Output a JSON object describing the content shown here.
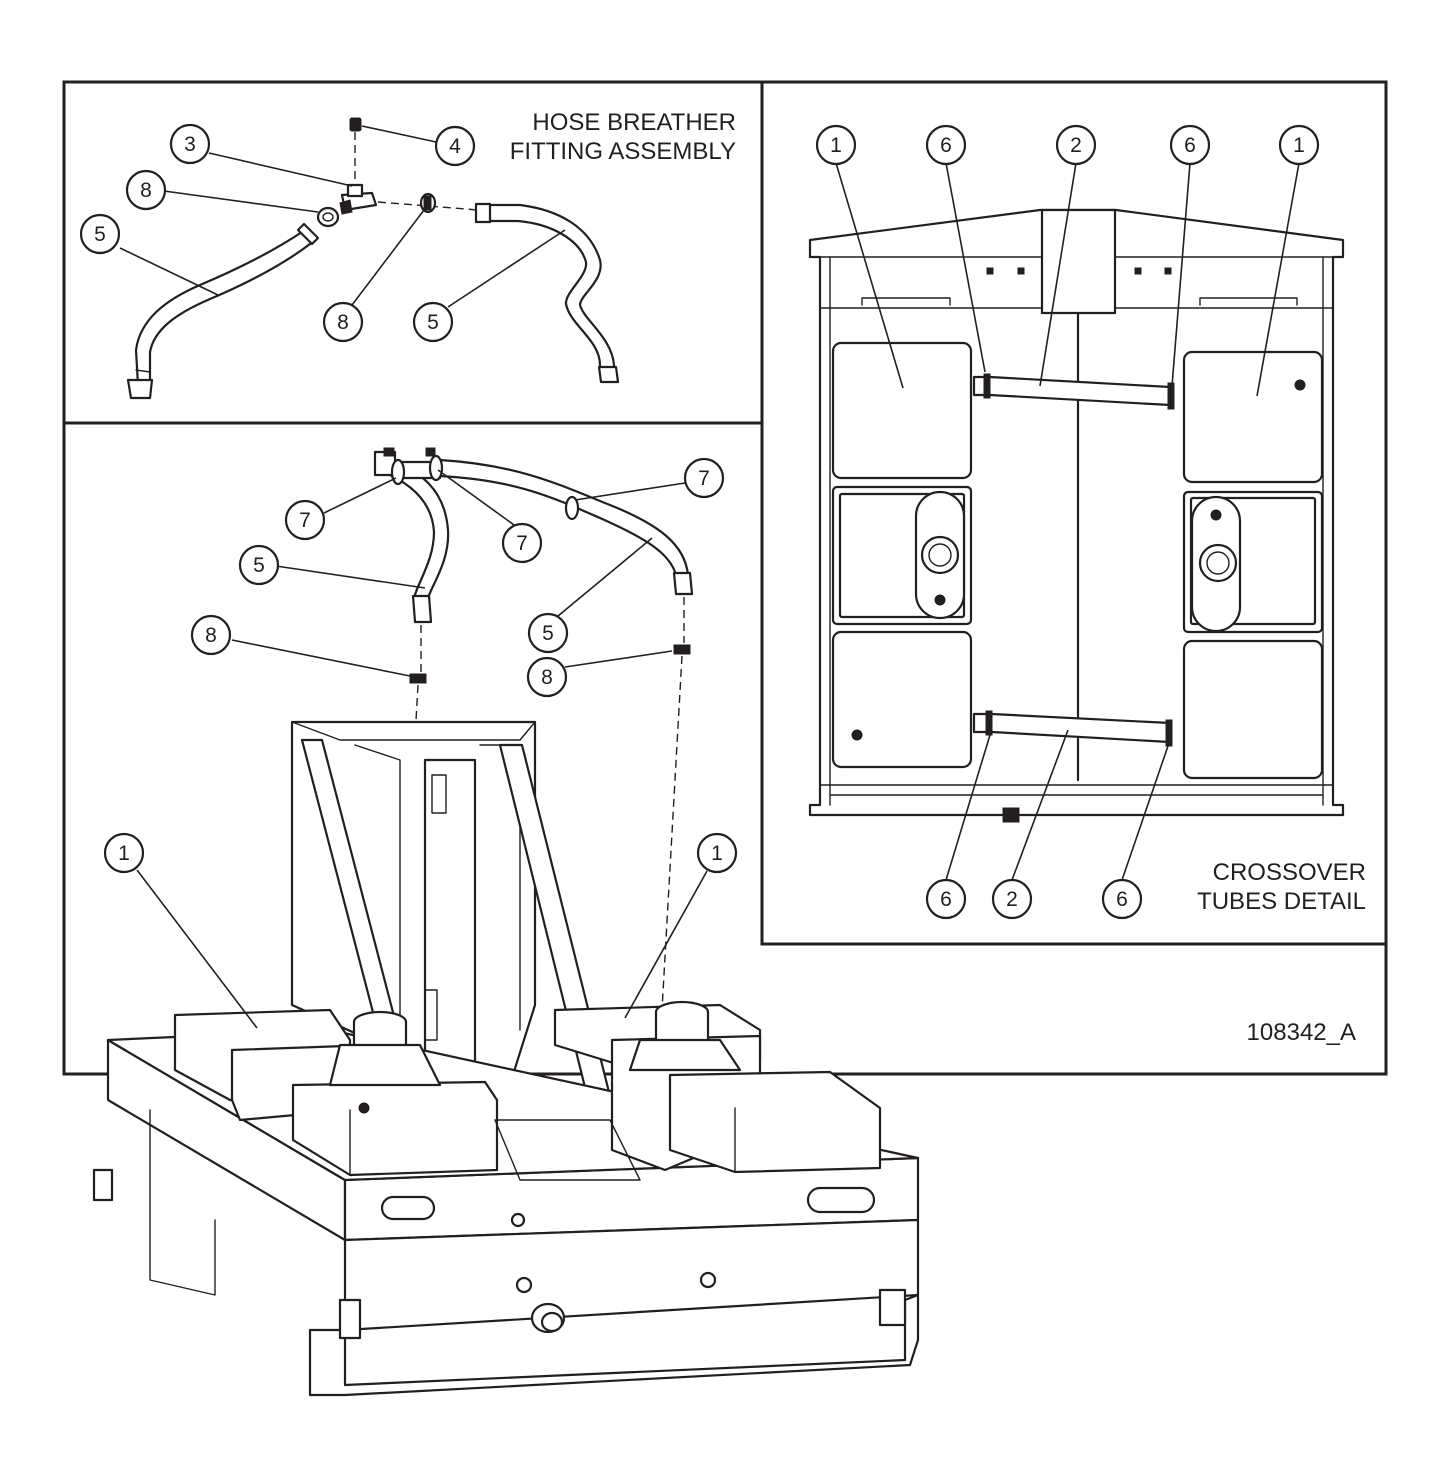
{
  "titles": {
    "breather_line1": "HOSE BREATHER",
    "breather_line2": "FITTING ASSEMBLY",
    "crossover_line1": "CROSSOVER",
    "crossover_line2": "TUBES DETAIL",
    "drawing_number": "108342_A"
  },
  "callouts": {
    "breather": [
      "3",
      "4",
      "8",
      "5",
      "8",
      "5"
    ],
    "crossover_top": [
      "1",
      "6",
      "2",
      "6",
      "1"
    ],
    "crossover_bottom": [
      "6",
      "2",
      "6"
    ],
    "main_upper": [
      "7",
      "7",
      "7",
      "5",
      "5",
      "8",
      "8"
    ],
    "main_tanks": [
      "1",
      "1"
    ]
  }
}
